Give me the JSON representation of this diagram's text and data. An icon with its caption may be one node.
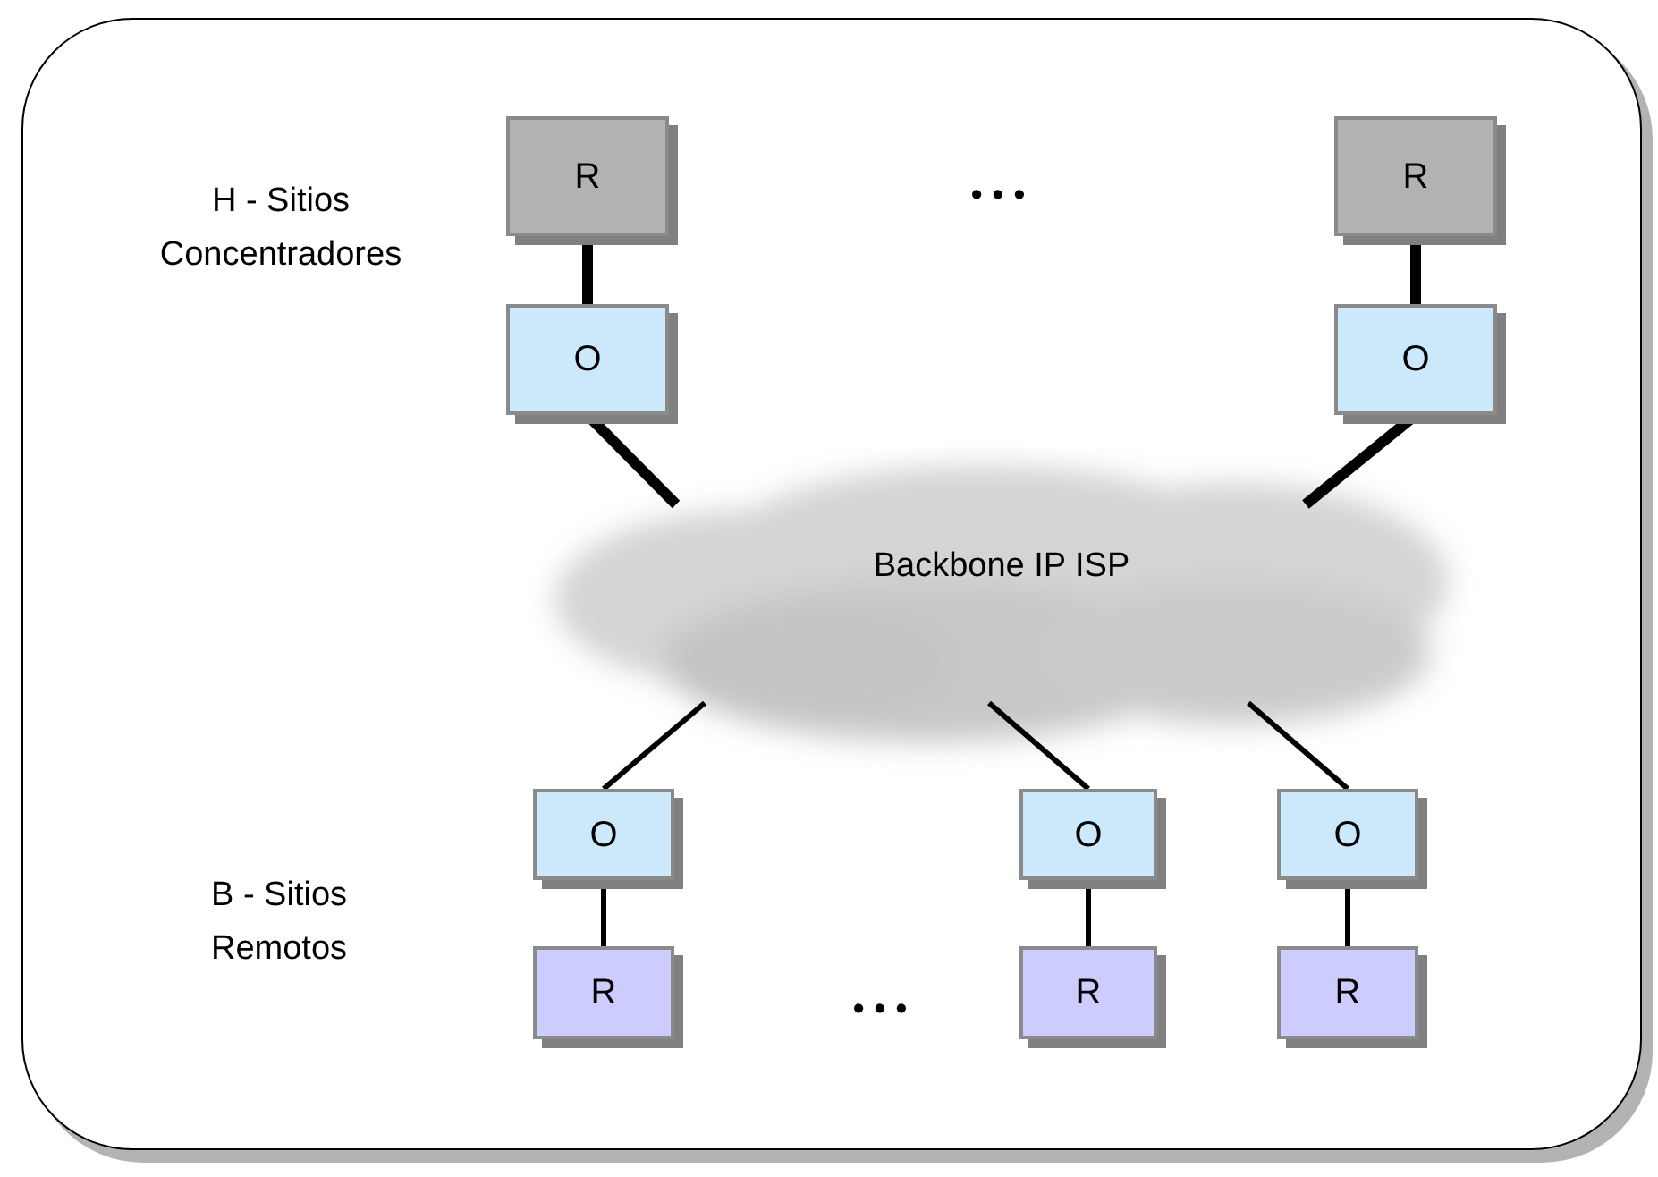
{
  "diagram": {
    "nodes": [
      {
        "text": [
          "R"
        ]
      },
      {
        "text": [
          "O"
        ]
      },
      {
        "text": [
          "R"
        ]
      },
      {
        "text": [
          "O"
        ]
      },
      {
        "text": [
          "Backbone IP ISP"
        ]
      },
      {
        "text": [
          "O"
        ]
      },
      {
        "text": [
          "R"
        ]
      },
      {
        "text": [
          "O"
        ]
      },
      {
        "text": [
          "R"
        ]
      },
      {
        "text": [
          "O"
        ]
      },
      {
        "text": [
          "R"
        ]
      }
    ],
    "edges": [
      {
        "from": 0,
        "to": 1,
        "arrow": "none",
        "style": "thick"
      },
      {
        "from": 2,
        "to": 3,
        "arrow": "none",
        "style": "thick"
      },
      {
        "from": 1,
        "to": 4,
        "arrow": "none",
        "style": "thick"
      },
      {
        "from": 3,
        "to": 4,
        "arrow": "none",
        "style": "thick"
      },
      {
        "from": 4,
        "to": 5,
        "arrow": "none"
      },
      {
        "from": 4,
        "to": 7,
        "arrow": "none"
      },
      {
        "from": 4,
        "to": 9,
        "arrow": "none"
      },
      {
        "from": 5,
        "to": 6,
        "arrow": "none"
      },
      {
        "from": 7,
        "to": 8,
        "arrow": "none"
      },
      {
        "from": 9,
        "to": 10,
        "arrow": "none"
      }
    ],
    "labels": [
      "H - Sitios Concentradores",
      "• • •",
      "B - Sitios Remotos",
      "• • •"
    ]
  }
}
